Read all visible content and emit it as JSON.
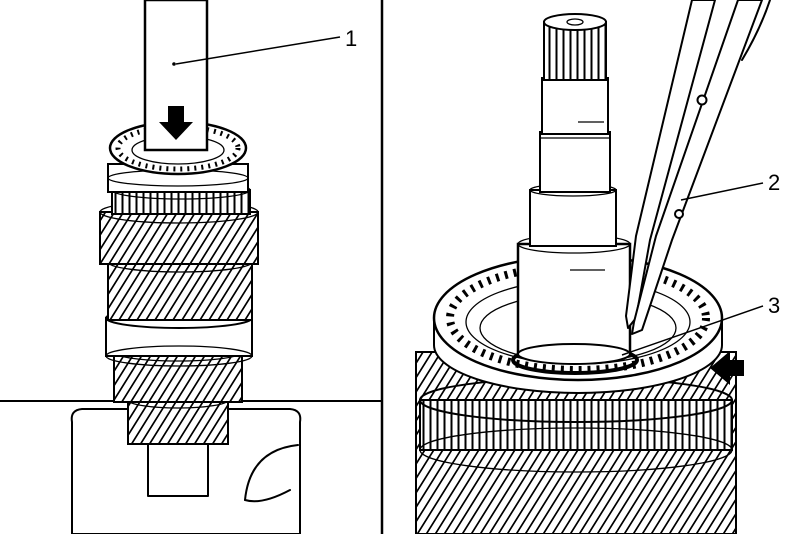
{
  "callouts": {
    "c1": "1",
    "c2": "2",
    "c3": "3"
  },
  "colors": {
    "ink": "#000000",
    "paper": "#ffffff"
  },
  "icons": {
    "left_arrow": "down-arrow-icon",
    "right_arrow": "left-arrow-icon"
  }
}
